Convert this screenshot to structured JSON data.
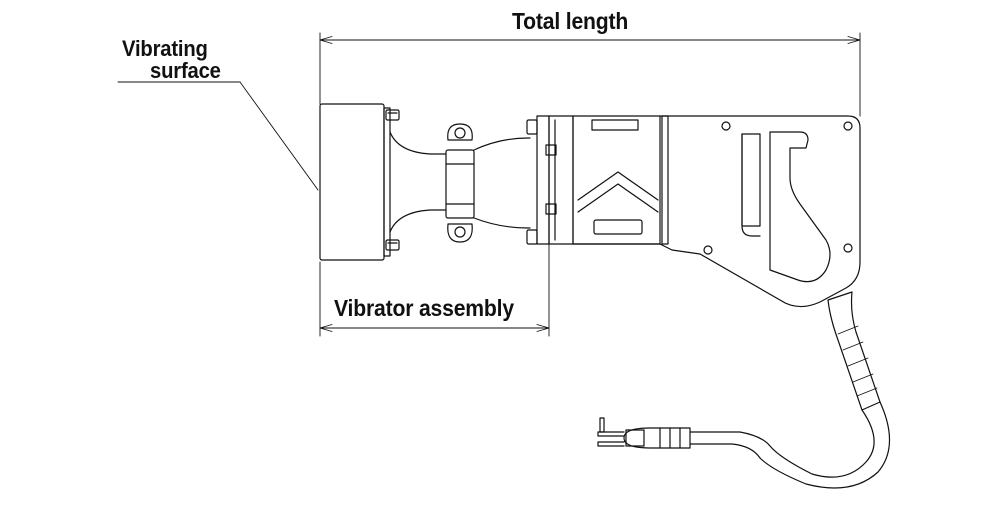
{
  "labels": {
    "total_length": "Total length",
    "vibrating_surface_line1": "Vibrating",
    "vibrating_surface_line2": "surface",
    "vibrator_assembly": "Vibrator assembly"
  },
  "colors": {
    "line": "#111111",
    "background": "#ffffff"
  }
}
